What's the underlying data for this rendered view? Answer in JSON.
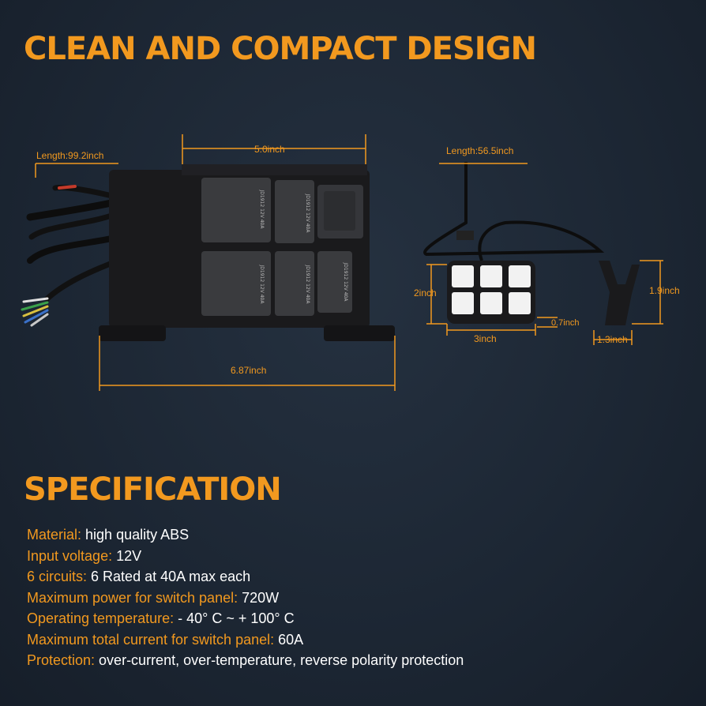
{
  "title": "CLEAN AND COMPACT DESIGN",
  "spec_title": "SPECIFICATION",
  "dimensions": {
    "harness_length": "Length:99.2inch",
    "box_width": "5.0inch",
    "box_length": "6.87inch",
    "panel_cable_length": "Length:56.5inch",
    "panel_height": "2inch",
    "panel_width": "3inch",
    "panel_depth": "0.7inch",
    "bracket_height": "1.9inch",
    "bracket_width": "1.3inch"
  },
  "relay_label": "JD1912 12V 40A",
  "specs": [
    {
      "key": "Material:",
      "value": " high quality ABS"
    },
    {
      "key": "Input voltage:",
      "value": " 12V"
    },
    {
      "key": "6 circuits:",
      "value": " 6 Rated at 40A max each"
    },
    {
      "key": "Maximum power for switch panel:",
      "value": " 720W"
    },
    {
      "key": "Operating temperature:",
      "value": " - 40° C ~ + 100° C"
    },
    {
      "key": "Maximum total current for switch panel:",
      "value": " 60A"
    },
    {
      "key": "Protection:",
      "value": " over-current, over-temperature, reverse polarity protection"
    }
  ],
  "colors": {
    "accent": "#f2991f",
    "background": "#1e2834",
    "text": "#ffffff"
  }
}
